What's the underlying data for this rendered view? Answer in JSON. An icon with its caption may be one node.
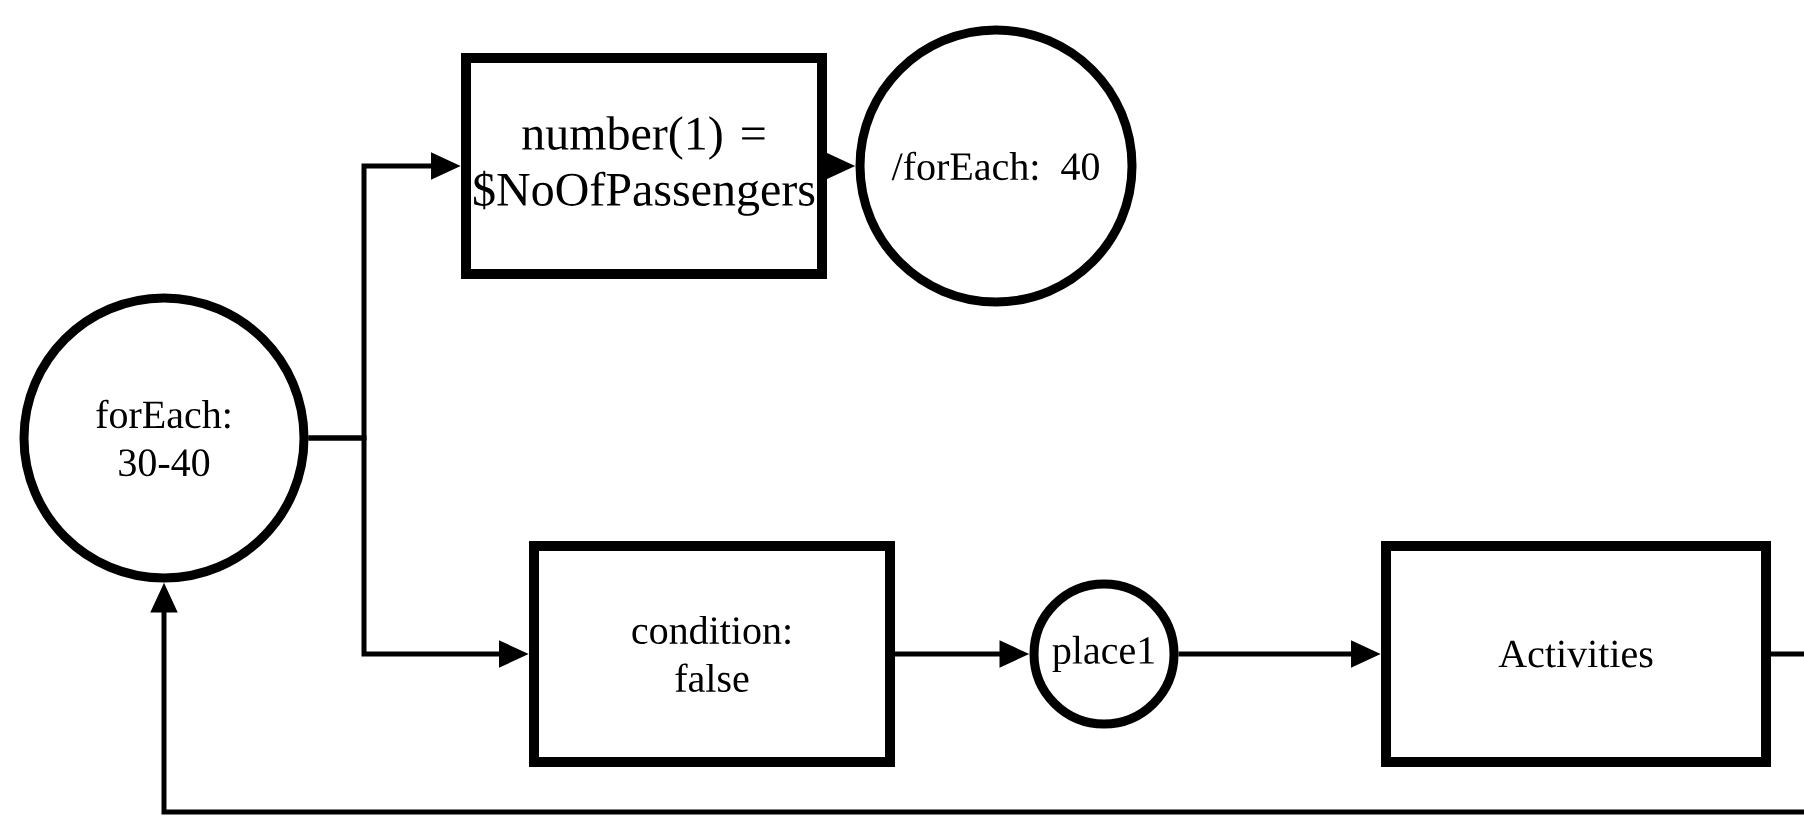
{
  "diagram": {
    "nodes": [
      {
        "text": [
          "forEach: 30-40"
        ]
      },
      {
        "text": [
          "number(1) = $NoOfPassengers"
        ]
      },
      {
        "text": [
          "/forEach: 40"
        ]
      },
      {
        "text": [
          "condition: false"
        ]
      },
      {
        "text": [
          "place1"
        ]
      },
      {
        "text": [
          "Activities"
        ]
      }
    ],
    "edges": [
      {
        "from": 0,
        "to": 1,
        "arrow": "to"
      },
      {
        "from": 1,
        "to": 2,
        "arrow": "to"
      },
      {
        "from": 0,
        "to": 3,
        "arrow": "to"
      },
      {
        "from": 3,
        "to": 4,
        "arrow": "to"
      },
      {
        "from": 4,
        "to": 5,
        "arrow": "to"
      },
      {
        "from": 5,
        "to": 0,
        "arrow": "to"
      }
    ]
  }
}
